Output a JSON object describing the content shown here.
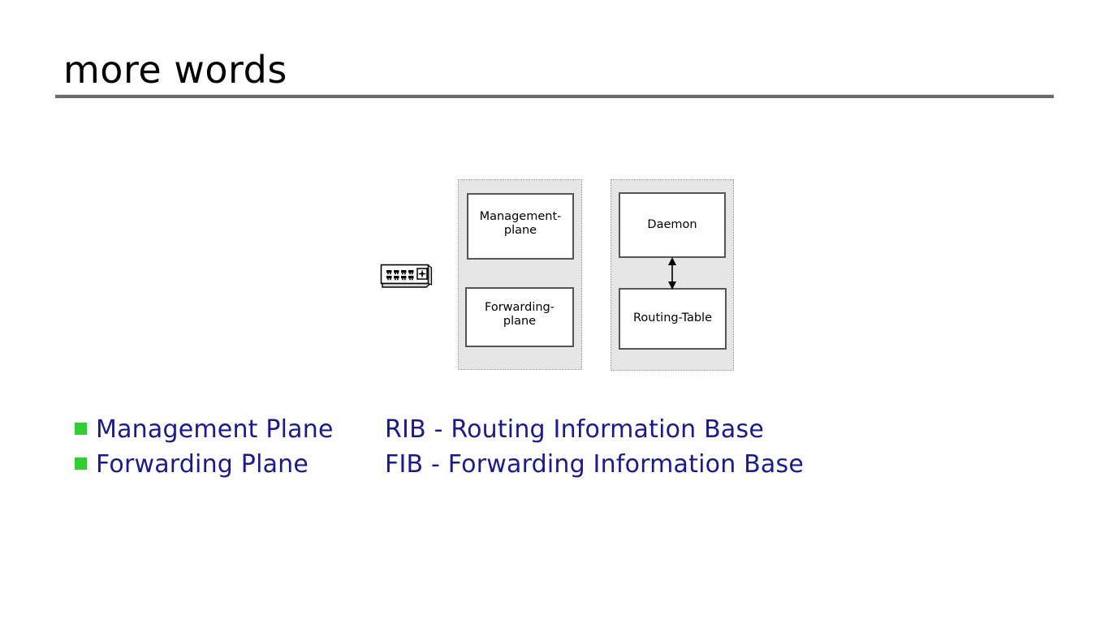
{
  "slide": {
    "title": "more words",
    "colors": {
      "title_text": "#000000",
      "rule": "#6b6b6b",
      "bullet_marker": "#33cc33",
      "body_text": "#1a1a8c",
      "panel_fill": "#e6e6e6",
      "node_border": "#555555",
      "node_fill": "#ffffff"
    }
  },
  "diagram": {
    "device_icon": "network-switch-icon",
    "panels": [
      {
        "name": "left-panel",
        "nodes": [
          {
            "label": "Management-\nplane",
            "line1": "Management-",
            "line2": "plane"
          },
          {
            "label": "Forwarding-\nplane",
            "line1": "Forwarding-",
            "line2": "plane"
          }
        ]
      },
      {
        "name": "right-panel",
        "nodes": [
          {
            "label": "Daemon",
            "line1": "Daemon",
            "line2": ""
          },
          {
            "label": "Routing-Table",
            "line1": "Routing-Table",
            "line2": ""
          }
        ],
        "connector": {
          "name": "double-headed-arrow",
          "from": "Daemon",
          "to": "Routing-Table",
          "direction": "bidirectional"
        }
      }
    ]
  },
  "bullets_left": [
    {
      "marker": "square",
      "text": "Management Plane"
    },
    {
      "marker": "square",
      "text": "Forwarding Plane"
    }
  ],
  "bullets_right": [
    {
      "text": "RIB - Routing Information Base"
    },
    {
      "text": "FIB - Forwarding Information Base"
    }
  ]
}
